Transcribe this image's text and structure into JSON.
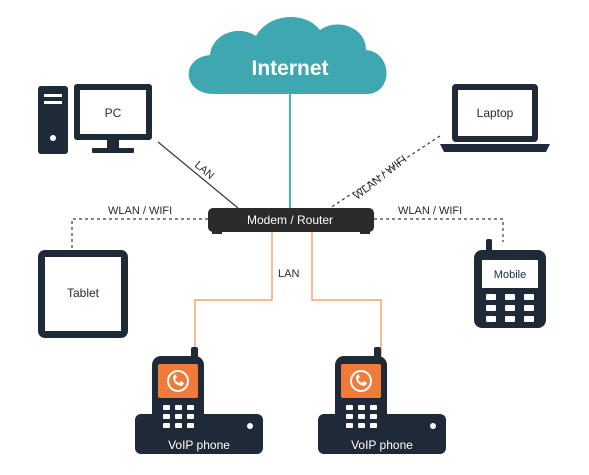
{
  "internet": {
    "label": "Internet"
  },
  "router": {
    "label": "Modem / Router"
  },
  "devices": {
    "pc": "PC",
    "laptop": "Laptop",
    "tablet": "Tablet",
    "mobile": "Mobile",
    "voip_left": "VoIP phone",
    "voip_right": "VoIP phone"
  },
  "links": {
    "pc_lan": "LAN",
    "laptop_wlan": "WLAN / WIFI",
    "tablet_wlan": "WLAN / WIFI",
    "mobile_wlan": "WLAN / WIFI",
    "voip_lan": "LAN"
  },
  "colors": {
    "device": "#1f2a38",
    "cloud": "#3fa7b0",
    "orange": "#f07a3a",
    "teal_line": "#1f9e8f",
    "lan_line": "#3a3a3a",
    "voip_line": "#f4a06a"
  }
}
